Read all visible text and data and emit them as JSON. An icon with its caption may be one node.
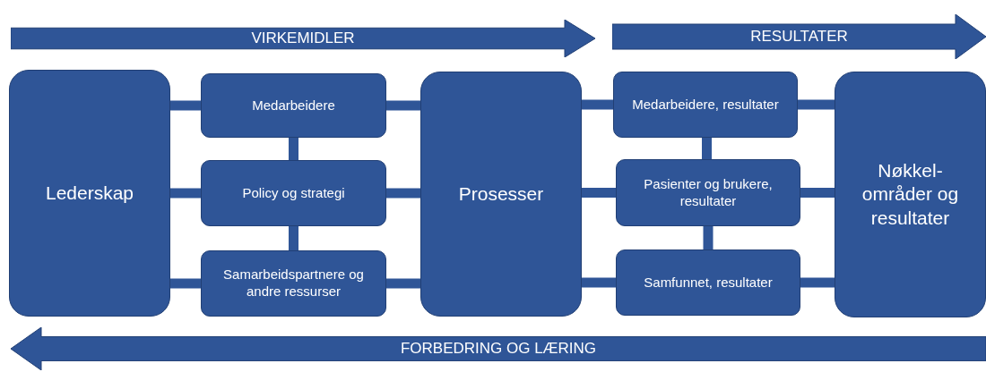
{
  "diagram": {
    "nodes": [
      {
        "text": [
          "VIRKEMIDLER"
        ]
      },
      {
        "text": [
          "RESULTATER"
        ]
      },
      {
        "text": [
          "Lederskap"
        ]
      },
      {
        "text": [
          "Medarbeidere"
        ]
      },
      {
        "text": [
          "Policy og strategi"
        ]
      },
      {
        "text": [
          "Samarbeidspartnere og andre ressurser"
        ]
      },
      {
        "text": [
          "Prosesser"
        ]
      },
      {
        "text": [
          "Medarbeidere, resultater"
        ]
      },
      {
        "text": [
          "Pasienter og brukere, resultater"
        ]
      },
      {
        "text": [
          "Samfunnet, resultater"
        ]
      },
      {
        "text": [
          "Nøkkel-områder og resultater"
        ]
      },
      {
        "text": [
          "FORBEDRING OG LÆRING"
        ]
      }
    ],
    "edges": [
      {
        "from": 2,
        "to": 3,
        "arrow": "none"
      },
      {
        "from": 2,
        "to": 4,
        "arrow": "none"
      },
      {
        "from": 2,
        "to": 5,
        "arrow": "none"
      },
      {
        "from": 3,
        "to": 4,
        "arrow": "none"
      },
      {
        "from": 4,
        "to": 5,
        "arrow": "none"
      },
      {
        "from": 3,
        "to": 6,
        "arrow": "none"
      },
      {
        "from": 4,
        "to": 6,
        "arrow": "none"
      },
      {
        "from": 5,
        "to": 6,
        "arrow": "none"
      },
      {
        "from": 6,
        "to": 7,
        "arrow": "none"
      },
      {
        "from": 6,
        "to": 8,
        "arrow": "none"
      },
      {
        "from": 6,
        "to": 9,
        "arrow": "none"
      },
      {
        "from": 7,
        "to": 8,
        "arrow": "none"
      },
      {
        "from": 8,
        "to": 9,
        "arrow": "none"
      },
      {
        "from": 7,
        "to": 10,
        "arrow": "none"
      },
      {
        "from": 8,
        "to": 10,
        "arrow": "none"
      },
      {
        "from": 9,
        "to": 10,
        "arrow": "none"
      }
    ]
  }
}
